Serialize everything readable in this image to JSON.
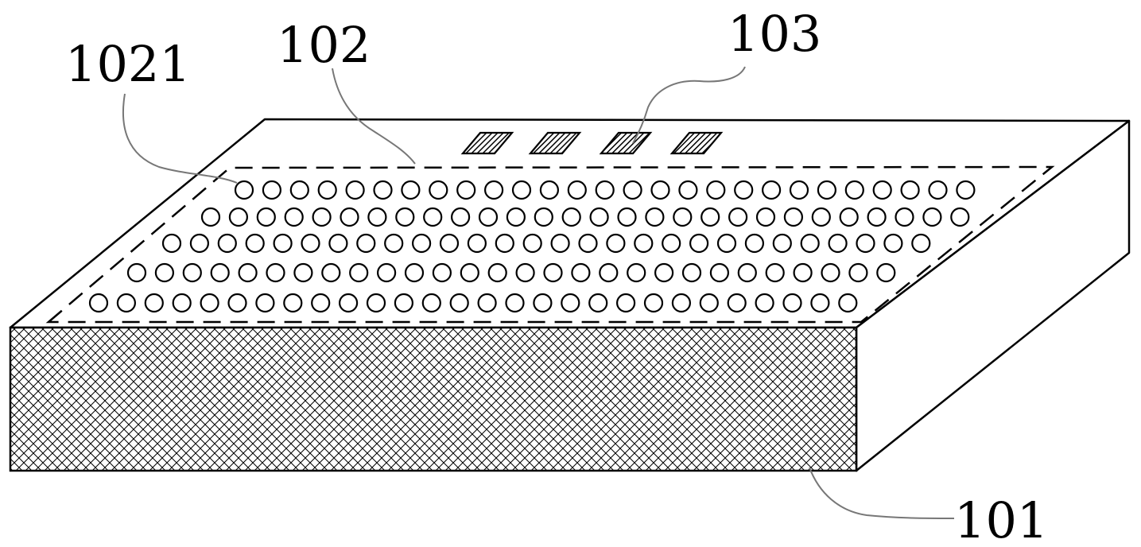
{
  "labels": {
    "substrate": "101",
    "array_region": "102",
    "pads": "103",
    "unit": "1021"
  },
  "colors": {
    "line": "#000000",
    "background": "#ffffff"
  },
  "array": {
    "rows": 5,
    "columns_per_row": [
      27,
      28,
      28,
      28,
      28
    ]
  },
  "pads": {
    "count": 4
  }
}
